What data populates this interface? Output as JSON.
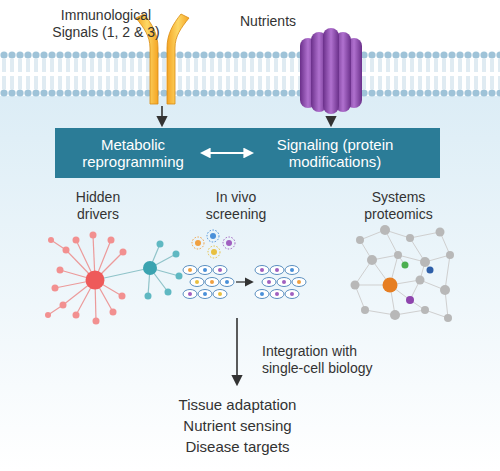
{
  "diagram": {
    "nodes": [
      {
        "text": [
          "Metabolic reprogramming",
          "Signaling (protein modifications)"
        ]
      }
    ],
    "labels": [
      "Immunological Signals (1, 2 & 3)",
      "Nutrients",
      "Hidden drivers",
      "In vivo screening",
      "Systems proteomics",
      "Integration with single-cell biology",
      "Tissue adaptation",
      "Nutrient sensing",
      "Disease targets"
    ]
  }
}
